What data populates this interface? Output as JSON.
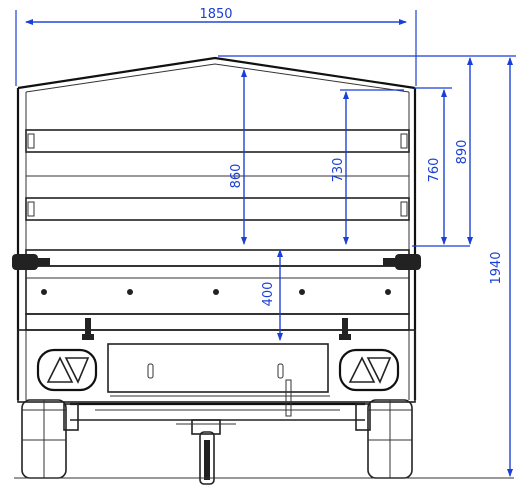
{
  "drawing": {
    "dimensions": {
      "overall_width": "1850",
      "overall_height": "1940",
      "side_height_860": "860",
      "side_height_730": "730",
      "side_height_760": "760",
      "side_height_890": "890",
      "floor_height": "400"
    },
    "colors": {
      "dimension": "#1a3fd6",
      "outline": "#222222",
      "background": "#ffffff"
    }
  }
}
